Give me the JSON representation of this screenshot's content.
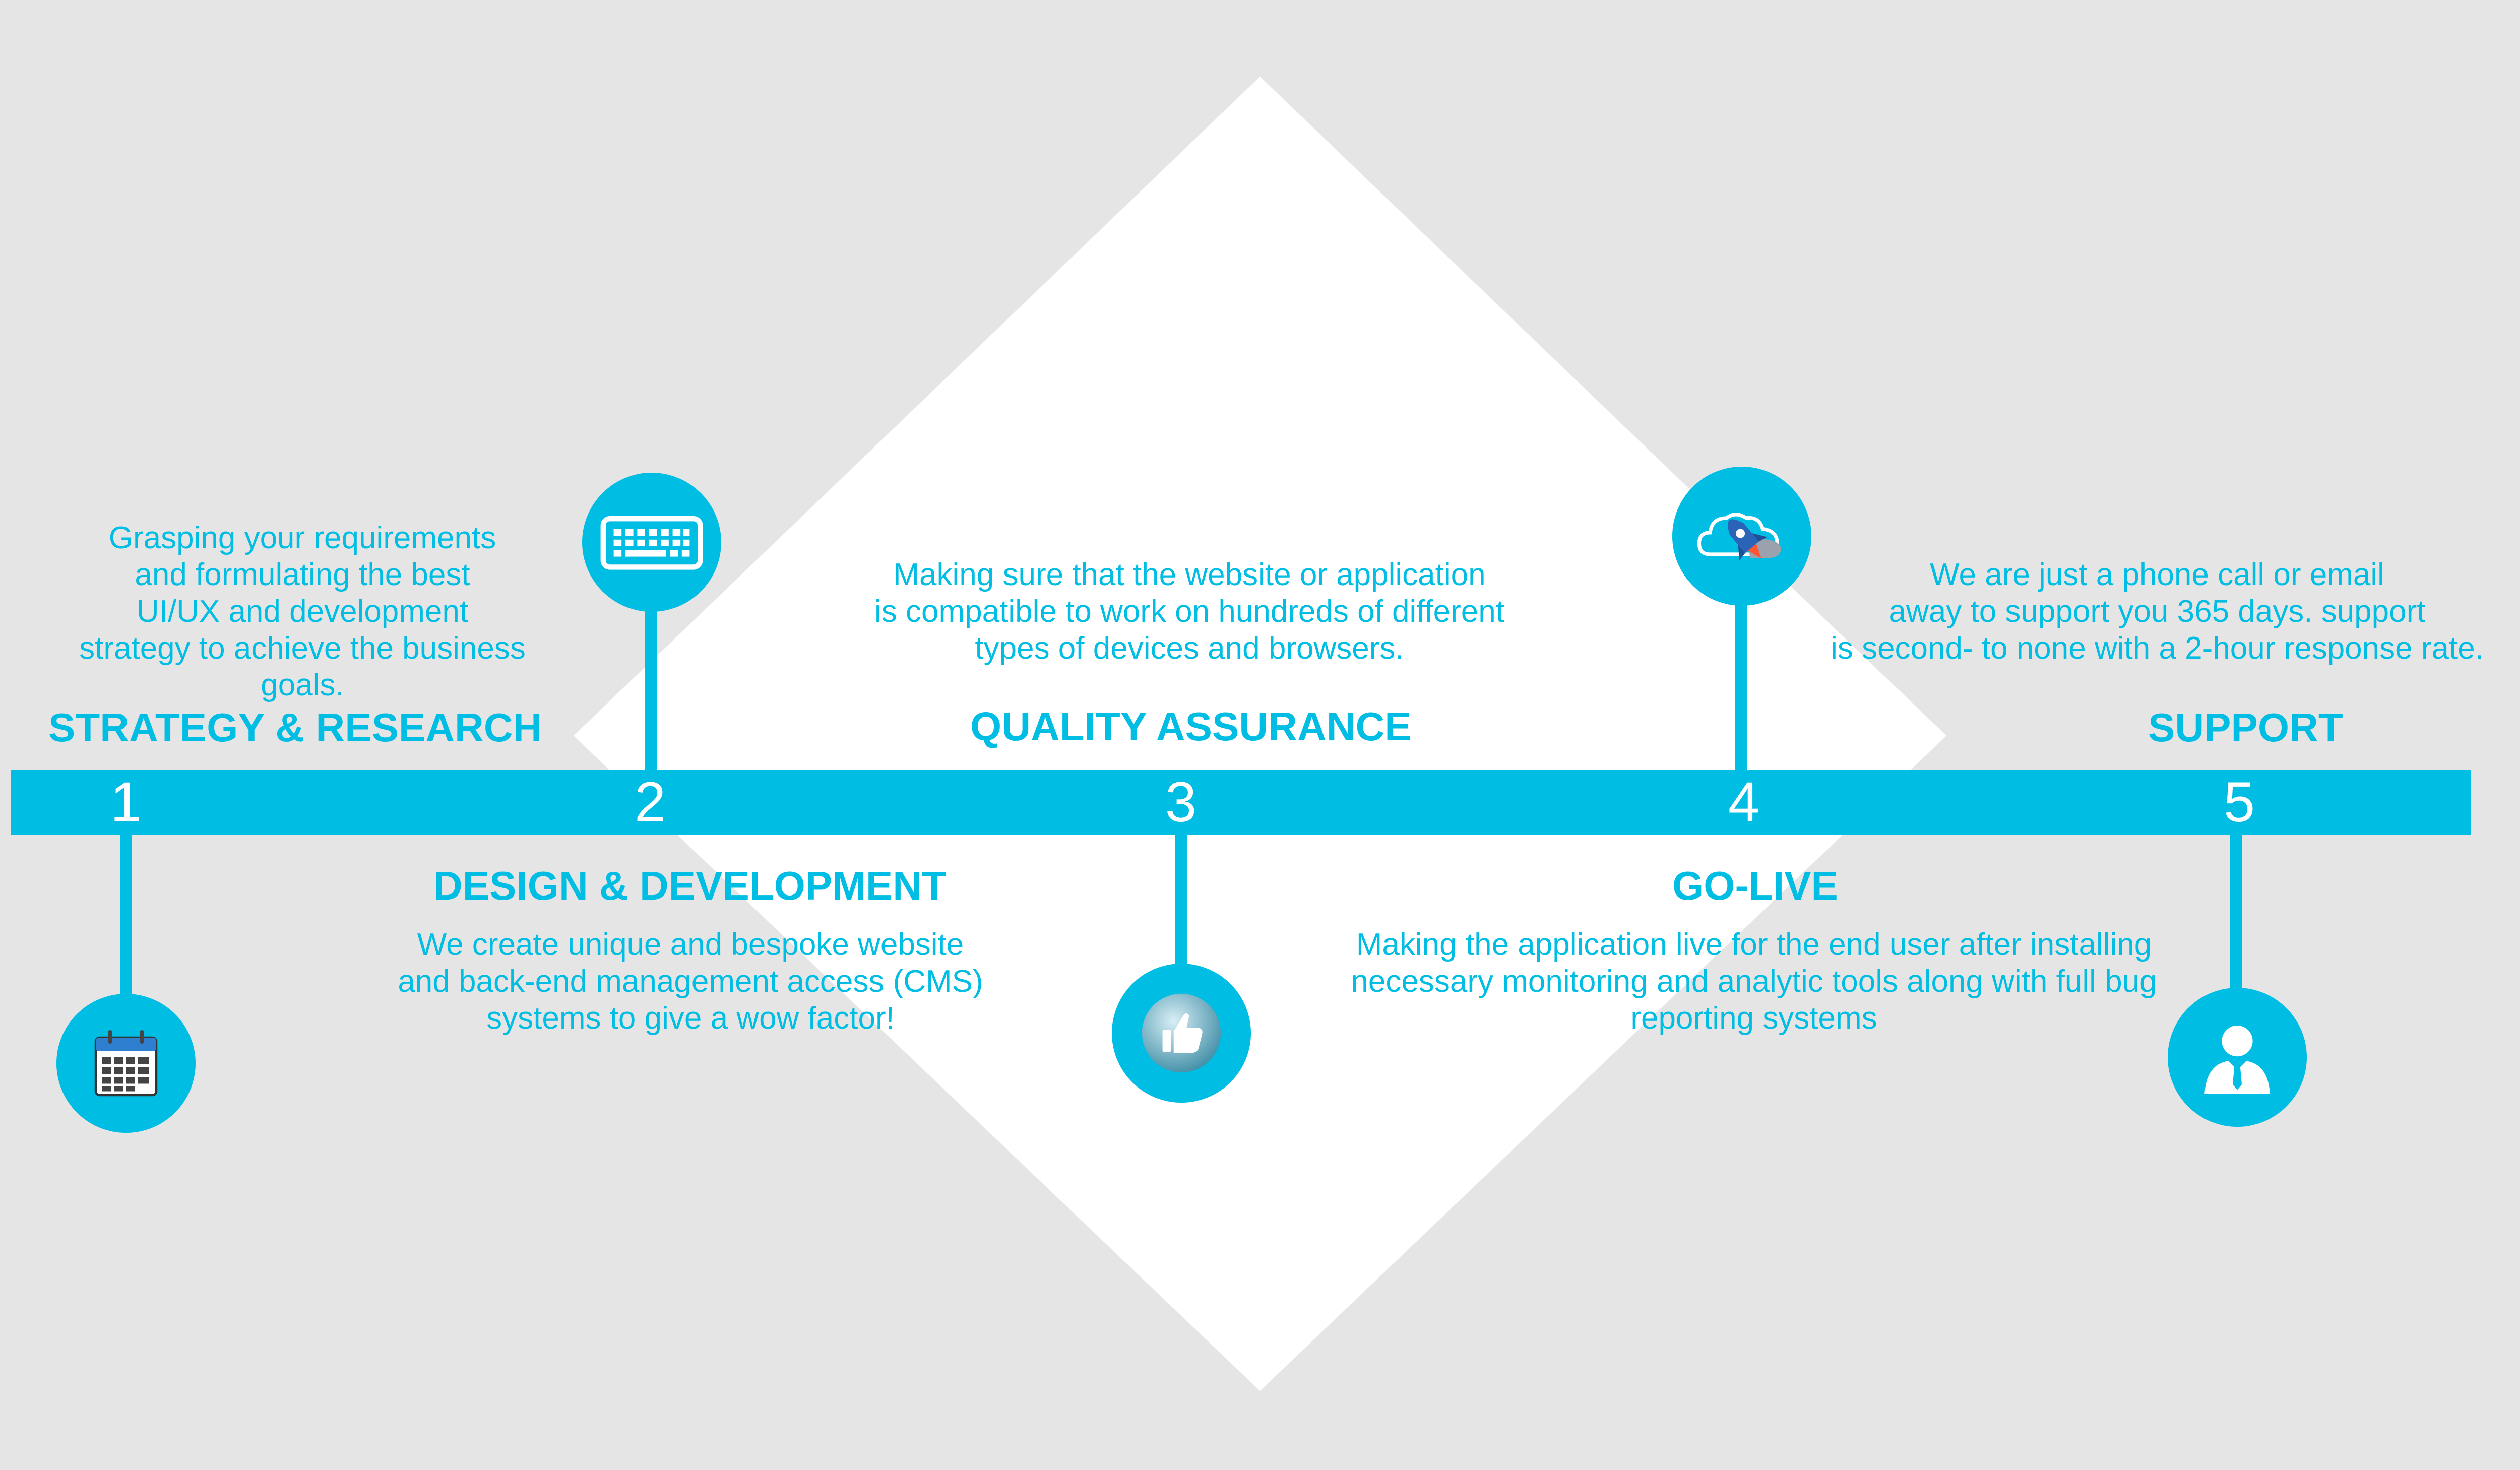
{
  "accent_color": "#00bde3",
  "steps": [
    {
      "number": "1",
      "title": "STRATEGY & RESEARCH",
      "icon": "calendar-icon",
      "description": [
        "Grasping your requirements",
        "and formulating the best",
        "UI/UX and development",
        "strategy to achieve the business",
        "goals."
      ]
    },
    {
      "number": "2",
      "title": "DESIGN & DEVELOPMENT",
      "icon": "keyboard-icon",
      "description": [
        "We create unique and bespoke website",
        "and back-end management access (CMS)",
        "systems to give a wow factor!"
      ]
    },
    {
      "number": "3",
      "title": "QUALITY ASSURANCE",
      "icon": "thumbs-up-icon",
      "description": [
        "Making sure that the website or application",
        "is compatible to work on hundreds of different",
        "types of devices and browsers."
      ]
    },
    {
      "number": "4",
      "title": "GO-LIVE",
      "icon": "rocket-cloud-icon",
      "description": [
        "Making the application live for the end user after installing",
        "necessary monitoring and analytic tools along with full bug",
        "reporting systems"
      ]
    },
    {
      "number": "5",
      "title": "SUPPORT",
      "icon": "support-person-icon",
      "description": [
        "We are just a phone call or email",
        "away to support you 365 days. support",
        "is second- to none with a 2-hour response rate."
      ]
    }
  ]
}
